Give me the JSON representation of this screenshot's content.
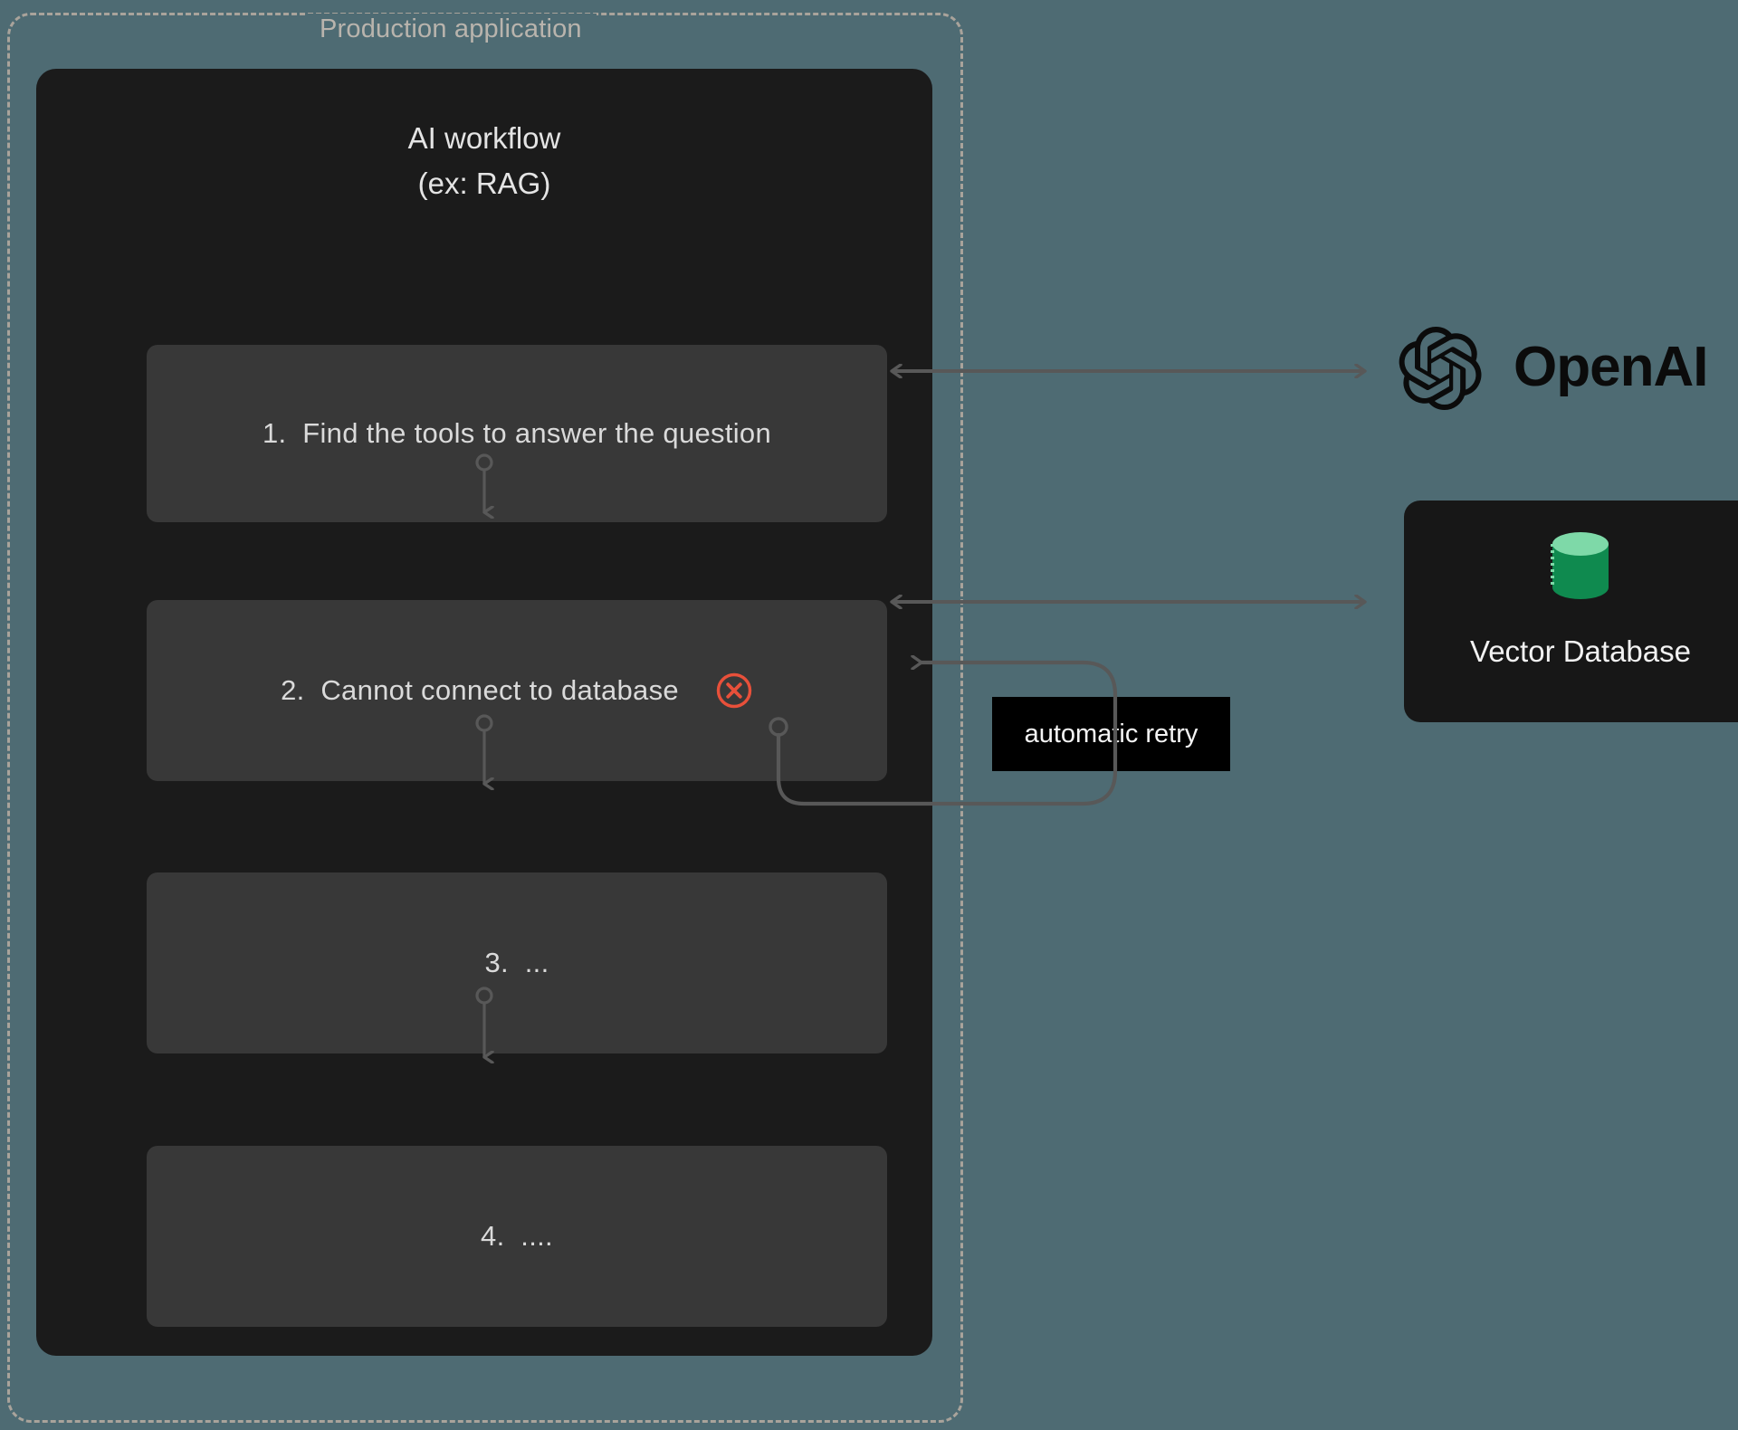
{
  "boundary": {
    "title": "Production application"
  },
  "workflow": {
    "title": "AI workflow\n(ex: RAG)",
    "steps": [
      {
        "label": "1.  Find the tools to answer the question",
        "status": "ok"
      },
      {
        "label": "2.  Cannot connect to database",
        "status": "error"
      },
      {
        "label": "3.  ...",
        "status": "ok"
      },
      {
        "label": "4.  ....",
        "status": "ok"
      }
    ]
  },
  "services": {
    "openai": {
      "name": "OpenAI",
      "wordmark": "OpenAI"
    },
    "vector_database": {
      "label": "Vector Database"
    }
  },
  "retry": {
    "label": "automatic retry"
  },
  "colors": {
    "background": "#4e6b73",
    "card": "#1b1b1b",
    "step": "#383838",
    "boundary_dash": "#a9a39b",
    "connector": "#585858",
    "error": "#e8503a",
    "db_body": "#0f8a4f",
    "db_top": "#7ed9a8",
    "chip_background": "#000000",
    "text_primary": "#dadada"
  }
}
